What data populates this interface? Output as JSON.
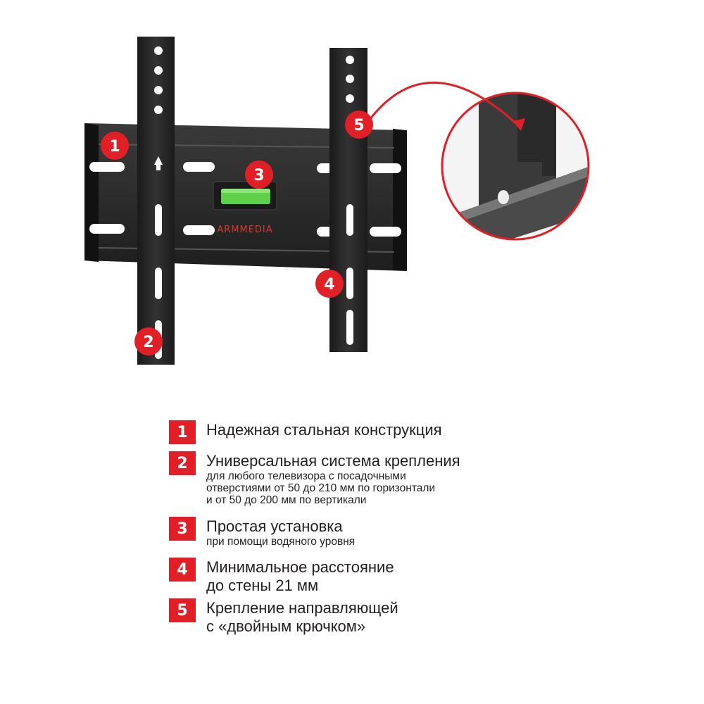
{
  "brand_logo": "ARMMEDIA",
  "colors": {
    "accent": "#e01f26",
    "bracket": "#2b2b2b",
    "level": "#5fd04a"
  },
  "callouts": [
    "1",
    "2",
    "3",
    "4",
    "5"
  ],
  "features": [
    {
      "number": "1",
      "title": "Надежная стальная конструкция",
      "details": []
    },
    {
      "number": "2",
      "title": "Универсальная система крепления",
      "details": [
        "для любого телевизора с посадочными",
        "отверстиями от 50 до 210 мм по горизонтали",
        "и от 50 до 200 мм  по вертикали"
      ]
    },
    {
      "number": "3",
      "title": "Простая установка",
      "details": [
        "при помощи водяного уровня"
      ]
    },
    {
      "number": "4",
      "title": "Минимальное расстояние",
      "title2": "до стены 21 мм",
      "details": []
    },
    {
      "number": "5",
      "title": "Крепление направляющей",
      "title2": "с «двойным крючком»",
      "details": []
    }
  ]
}
